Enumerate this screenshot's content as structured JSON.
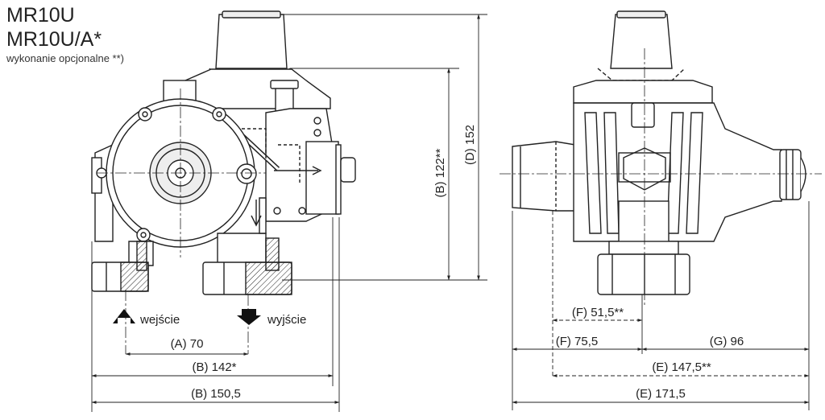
{
  "title": {
    "line1": "MR10U",
    "line2": "MR10U/A*",
    "note": "wykonanie opcjonalne **)"
  },
  "flow_labels": {
    "inlet": "wejście",
    "outlet": "wyjście"
  },
  "dimensions_front": {
    "A": "(A) 70",
    "B_star": "(B) 142*",
    "B": "(B) 150,5",
    "B_vertical": "(B) 122**",
    "D_vertical": "(D) 152"
  },
  "dimensions_side": {
    "F_star": "(F) 51,5**",
    "F": "(F) 75,5",
    "G": "(G) 96",
    "E_star": "(E) 147,5**",
    "E": "(E) 171,5"
  },
  "colors": {
    "line": "#222222",
    "body_fill": "#ffffff"
  }
}
